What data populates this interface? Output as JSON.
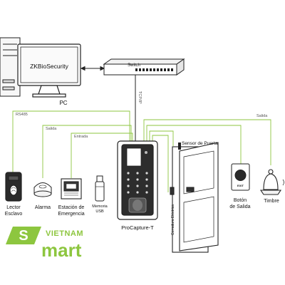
{
  "software_label": "ZKBioSecurity",
  "pc_label": "PC",
  "switch_label": "Switch",
  "tcpip_label": "TCP/IP",
  "wires": {
    "rs485": "RS485",
    "salida_left": "Salida",
    "entrada": "Entrada",
    "salida_right": "Salida"
  },
  "devices": {
    "lector": [
      "Lector",
      "Esclavo"
    ],
    "alarma": "Alarma",
    "estacion": [
      "Estación de",
      "Emergencia"
    ],
    "memoria": [
      "Memoria",
      "USB"
    ],
    "procapture": "ProCapture-T",
    "sensor": "Sensor de Puerta",
    "cerradura": "Cerradura Eléctrica",
    "boton": [
      "Botón",
      "de Salida"
    ],
    "boton_caption": "EXIT",
    "timbre": "Timbre"
  },
  "brand": {
    "top": "VIETNAM",
    "bottom": "mart",
    "glyph": "S",
    "color": "#8dc63f"
  },
  "colors": {
    "line": "#222222",
    "wire": "#8dc63f",
    "light": "#d9d9d9"
  }
}
